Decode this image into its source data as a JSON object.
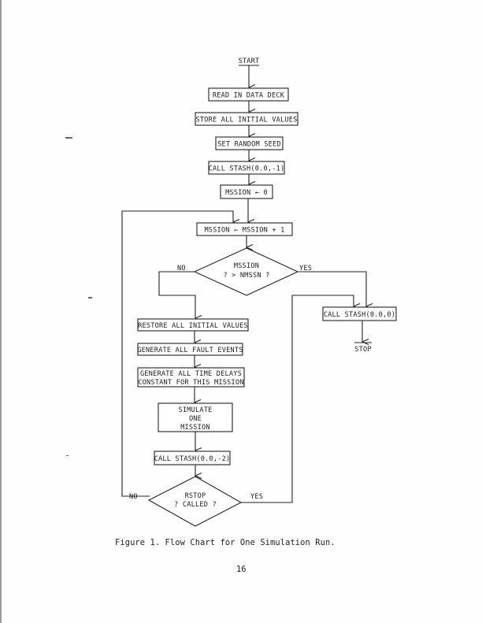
{
  "flowchart": {
    "start": "START",
    "steps": {
      "read_data": "READ IN DATA DECK",
      "store_values": "STORE ALL INITIAL VALUES",
      "set_seed": "SET RANDOM SEED",
      "call_stash_init": "CALL STASH(0.0,-1)",
      "init_mssion": "MSSION ← 0",
      "increment_mssion": "MSSION ← MSSION + 1",
      "restore_values": "RESTORE ALL INITIAL VALUES",
      "generate_faults": "GENERATE ALL FAULT EVENTS",
      "generate_delays_line1": "GENERATE ALL TIME DELAYS",
      "generate_delays_line2": "CONSTANT FOR THIS MISSION",
      "simulate_line1": "SIMULATE",
      "simulate_line2": "ONE",
      "simulate_line3": "MISSION",
      "call_stash_mission": "CALL STASH(0.0,-2)",
      "call_stash_final": "CALL STASH(0.0,0)"
    },
    "decisions": {
      "mission_check_line1": "MSSION",
      "mission_check_line2": "? > NMSSN ?",
      "mission_check_no": "NO",
      "mission_check_yes": "YES",
      "rstop_line1": "RSTOP",
      "rstop_line2": "? CALLED ?",
      "rstop_no": "NO",
      "rstop_yes": "YES"
    },
    "stop": "STOP"
  },
  "caption": "Figure 1. Flow Chart for One Simulation Run.",
  "page_number": "16"
}
